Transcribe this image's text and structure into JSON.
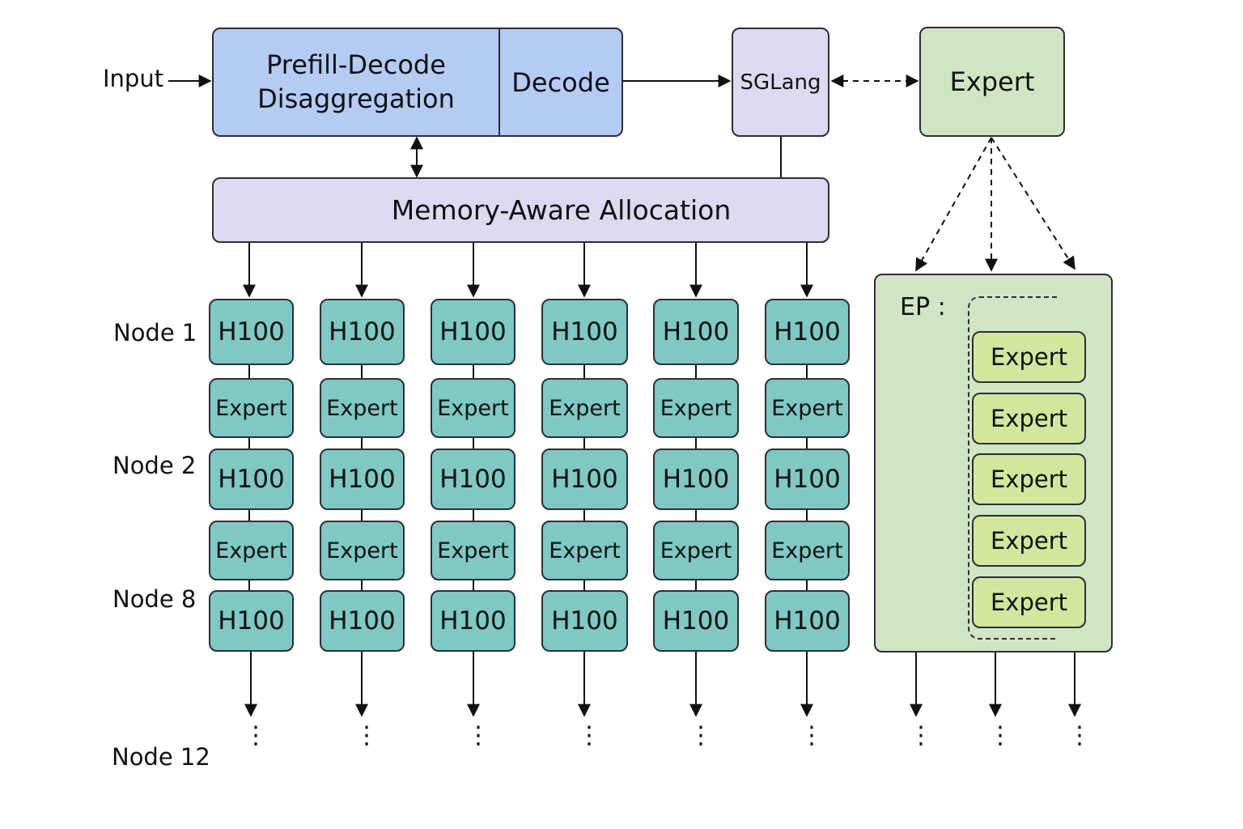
{
  "input_label": "Input",
  "prefill_label": "Prefill-Decode Disaggregation",
  "decode_label": "Decode",
  "sglang_label": "SGLang",
  "expert_top_label": "Expert",
  "memory_label": "Memory-Aware Allocation",
  "ep_label": "EP :",
  "gpu_label": "H100",
  "expert_label": "Expert",
  "nodes": [
    "Node 1",
    "Node 2",
    "Node 8",
    "Node 12"
  ],
  "ep_experts": [
    "Expert",
    "Expert",
    "Expert",
    "Expert",
    "Expert"
  ],
  "colors": {
    "prefill": "#b4cbf3",
    "memory": "#ddd9f0",
    "expert_panel": "#d1e5c4",
    "ep_expert": "#d3e69e",
    "gpu": "#7fc8c3"
  }
}
